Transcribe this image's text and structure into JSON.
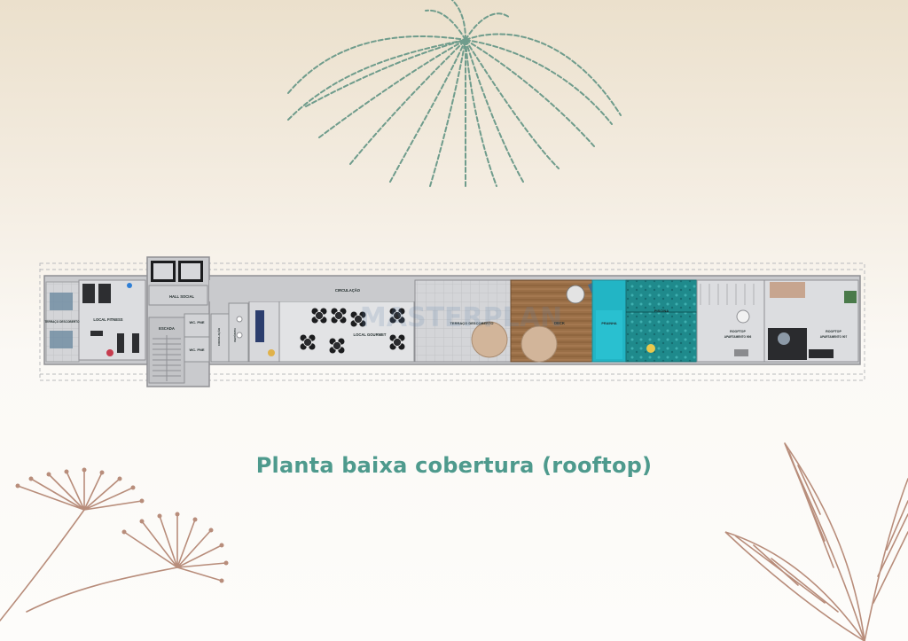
{
  "caption": "Planta baixa cobertura (rooftop)",
  "watermark": "MASTERPLAN",
  "colors": {
    "caption": "#4e9a8d",
    "leaf_green": "#6f9c8c",
    "leaf_brown": "#b88d7b",
    "floor": "#c8c9cc",
    "deck_wood": "#9a6f47",
    "pool_water": "#1f8a8c",
    "pool_border": "#22b5c5"
  },
  "rooms": {
    "terraco_esquerdo": "TERRAÇO DESCOBERTO",
    "local_fitness": "LOCAL FITNESS",
    "hall_social": "HALL SOCIAL",
    "escada": "ESCADA",
    "wc_pne_1": "WC. PNE",
    "wc_pne_2": "WC. PNE",
    "circulacao_vertical": "CIRCULAÇÃO",
    "deposito": "DEPÓSITO",
    "circulacao": "CIRCULAÇÃO",
    "local_gourmet": "LOCAL GOURMET",
    "terraco_descoberto": "TERRAÇO DESCOBERTO",
    "deck": "DECK",
    "prainha": "PRAINHA",
    "piscina": "PISCINA",
    "rooftop_906_title": "ROOFTOP",
    "rooftop_906_sub": "APARTAMENTO 906",
    "rooftop_907_title": "ROOFTOP",
    "rooftop_907_sub": "APARTAMENTO 907"
  }
}
